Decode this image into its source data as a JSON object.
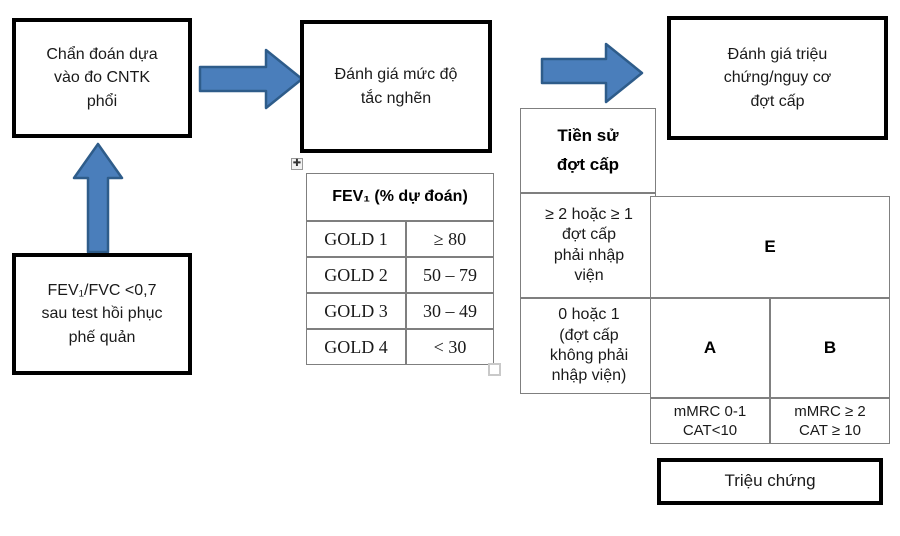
{
  "diagram": {
    "title": "COPD assessment flow (Vietnamese)",
    "accent_color": "#4a7ebb",
    "accent_outline": "#2e5c8a",
    "box_border_color": "#000000",
    "table_border_color": "#7f7f7f"
  },
  "boxes": {
    "diagnosis": "Chẩn đoán dựa\nvào đo CNTK\nphổi",
    "spirometry_criteria": "FEV₁/FVC <0,7\nsau test hồi phục\nphế quản",
    "obstruction_grade": "Đánh giá mức độ\ntắc nghẽn",
    "symptom_risk": "Đánh giá triệu\nchứng/nguy cơ\nđợt cấp",
    "symptoms_footer": "Triệu chứng"
  },
  "fev_table": {
    "header": "FEV₁ (% dự đoán)",
    "rows": [
      {
        "grade": "GOLD 1",
        "value": "≥ 80"
      },
      {
        "grade": "GOLD 2",
        "value": "50 – 79"
      },
      {
        "grade": "GOLD 3",
        "value": "30 – 49"
      },
      {
        "grade": "GOLD 4",
        "value": "< 30"
      }
    ]
  },
  "history_table": {
    "header": "Tiền sử\nđợt cấp",
    "high_risk": "≥ 2 hoặc ≥ 1\nđợt cấp\nphải nhập\nviện",
    "low_risk": "0 hoặc 1\n(đợt cấp\nkhông phải\nnhập viện)"
  },
  "abe_grid": {
    "group_e": "E",
    "group_a": "A",
    "group_b": "B",
    "criteria_a": "mMRC 0-1\nCAT<10",
    "criteria_b": "mMRC ≥ 2\nCAT ≥ 10"
  },
  "arrows": {
    "up_to_diagnosis": "arrow-up",
    "diagnosis_to_obstruction": "arrow-right",
    "obstruction_to_symptoms": "arrow-right"
  },
  "handles": {
    "table_move": "move-handle",
    "table_resize": "resize-handle"
  }
}
